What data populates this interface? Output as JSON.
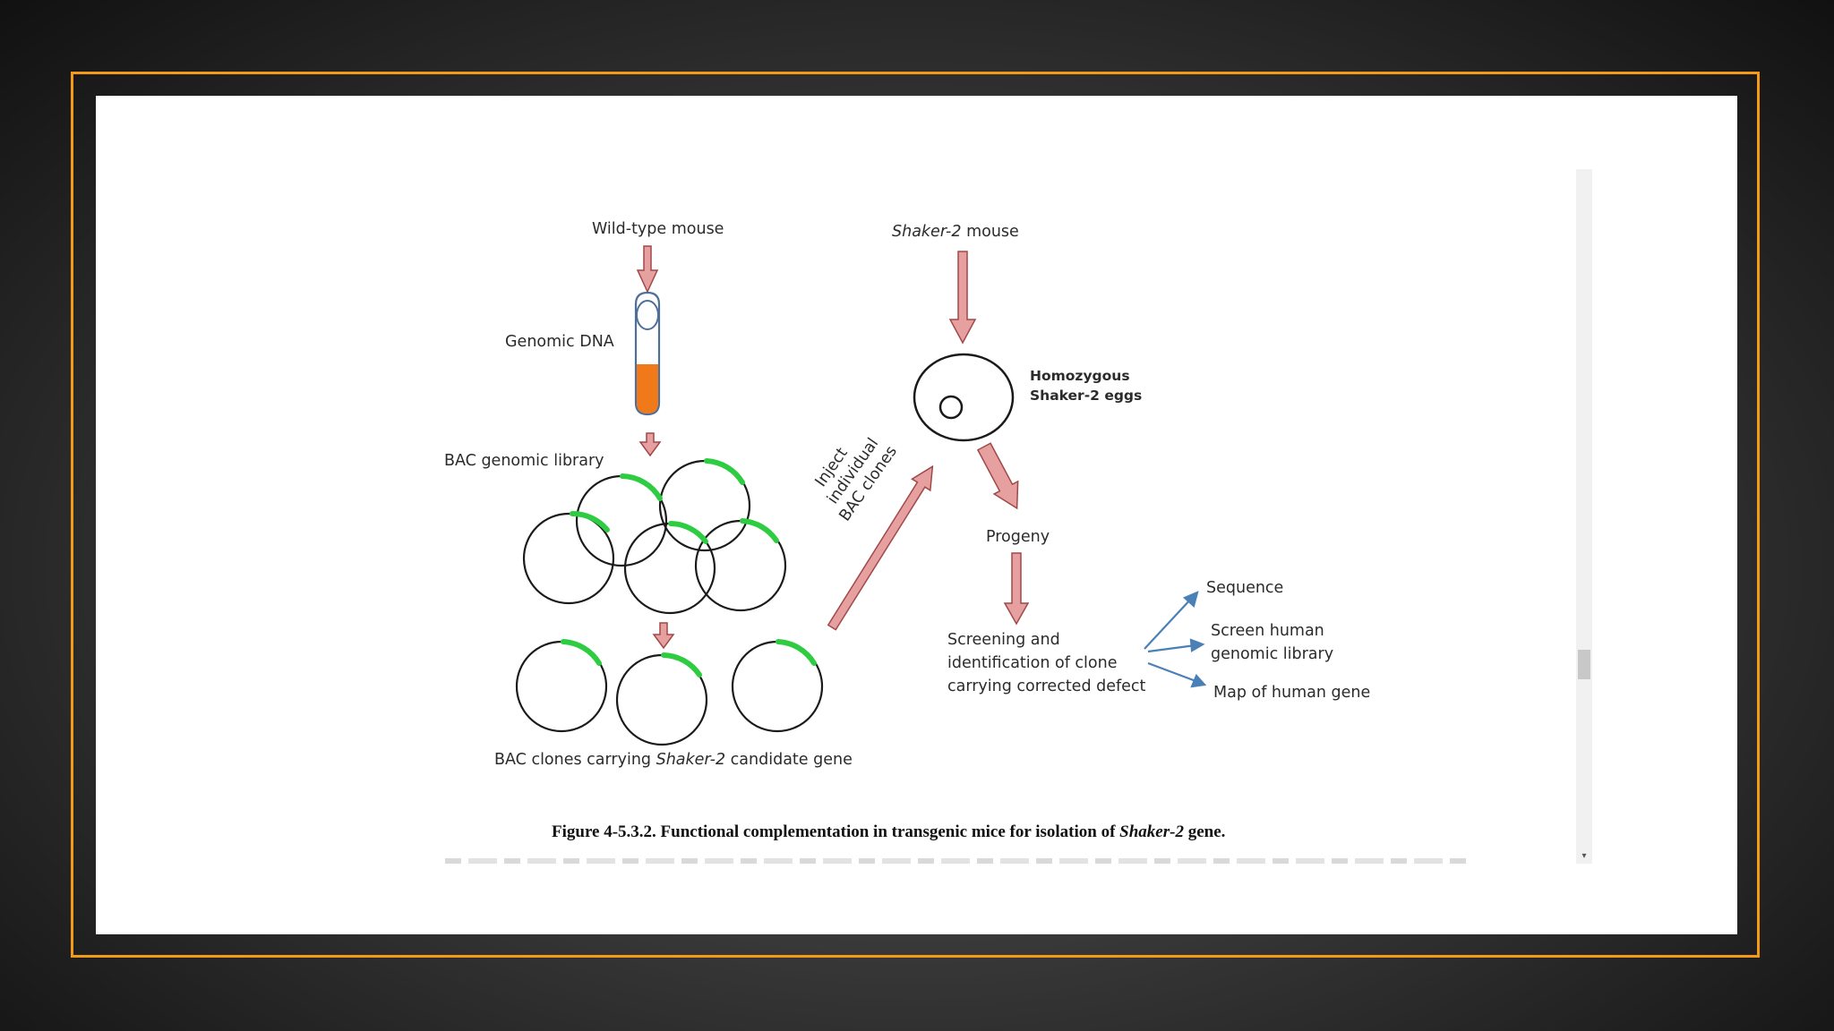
{
  "colors": {
    "frame": "#f59a16",
    "arrow_fill": "#e6a0a0",
    "arrow_stroke": "#a14848",
    "plasmid_insert": "#2ecc40",
    "tube_fluid": "#f07a1a",
    "side_arrow": "#4a80b8"
  },
  "diagram": {
    "wild_type_label": "Wild-type mouse",
    "genomic_dna_label": "Genomic DNA",
    "bac_library_label": "BAC genomic library",
    "bac_clones_label_pre": "BAC clones carrying ",
    "bac_clones_label_italic": "Shaker-2",
    "bac_clones_label_post": " candidate gene",
    "shaker_mouse_italic": "Shaker-2",
    "shaker_mouse_rest": " mouse",
    "eggs_label_line1": "Homozygous",
    "eggs_label_line2": "Shaker-2 eggs",
    "inject_line1": "Inject",
    "inject_line2": "individual",
    "inject_line3": "BAC clones",
    "progeny_label": "Progeny",
    "screening_line1": "Screening and",
    "screening_line2": "identification of clone",
    "screening_line3": "carrying corrected defect",
    "outcome_sequence": "Sequence",
    "outcome_screen_line1": "Screen human",
    "outcome_screen_line2": "genomic library",
    "outcome_map": "Map of human gene"
  },
  "caption": {
    "prefix": "Figure 4-5.3.2. Functional complementation in transgenic mice for isolation of ",
    "italic": "Shaker-2",
    "suffix": " gene."
  },
  "scrollbar": {
    "down_icon": "▾"
  }
}
